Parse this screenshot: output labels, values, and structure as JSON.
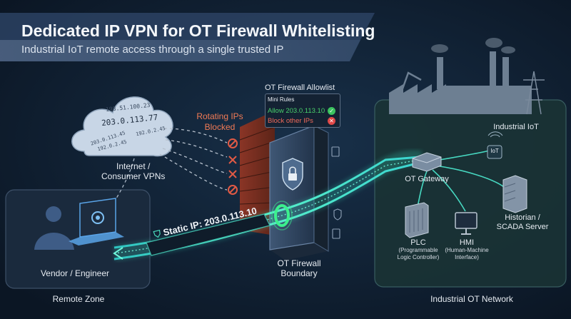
{
  "header": {
    "title": "Dedicated IP VPN for OT Firewall Whitelisting",
    "subtitle": "Industrial IoT remote access through a single trusted IP"
  },
  "internet": {
    "label": "Internet /\nConsumer VPNs",
    "ips": [
      "198.51.100.23",
      "203.0.113.77",
      "203.0.113.45",
      "192.0.2.45",
      "192.0.2.45"
    ]
  },
  "rotating": {
    "label": "Rotating IPs\nBlocked"
  },
  "allowlist": {
    "title": "OT Firewall Allowlist",
    "header": "Mini Rules",
    "allow": "Allow 203.0.113.10",
    "block": "Block other IPs"
  },
  "remote": {
    "person": "Vendor / Engineer",
    "zone": "Remote Zone"
  },
  "tunnel": {
    "label": "Static IP: 203.0.113.10"
  },
  "firewall": {
    "label": "OT Firewall\nBoundary"
  },
  "ot": {
    "industrial_iot": "Industrial IoT",
    "iot_device": "IoT",
    "gateway": "OT Gateway",
    "historian": "Historian /\nSCADA Server",
    "plc": "PLC",
    "plc_sub": "(Programmable\nLogic Controller)",
    "hmi": "HMI",
    "hmi_sub": "(Human-Machine\nInterface)",
    "network": "Industrial OT Network"
  },
  "colors": {
    "background": "#0d1a2a",
    "tunnel": "#3fe0c8",
    "allow": "#3cc35f",
    "block": "#e04848",
    "accent_orange": "#f07a55"
  }
}
